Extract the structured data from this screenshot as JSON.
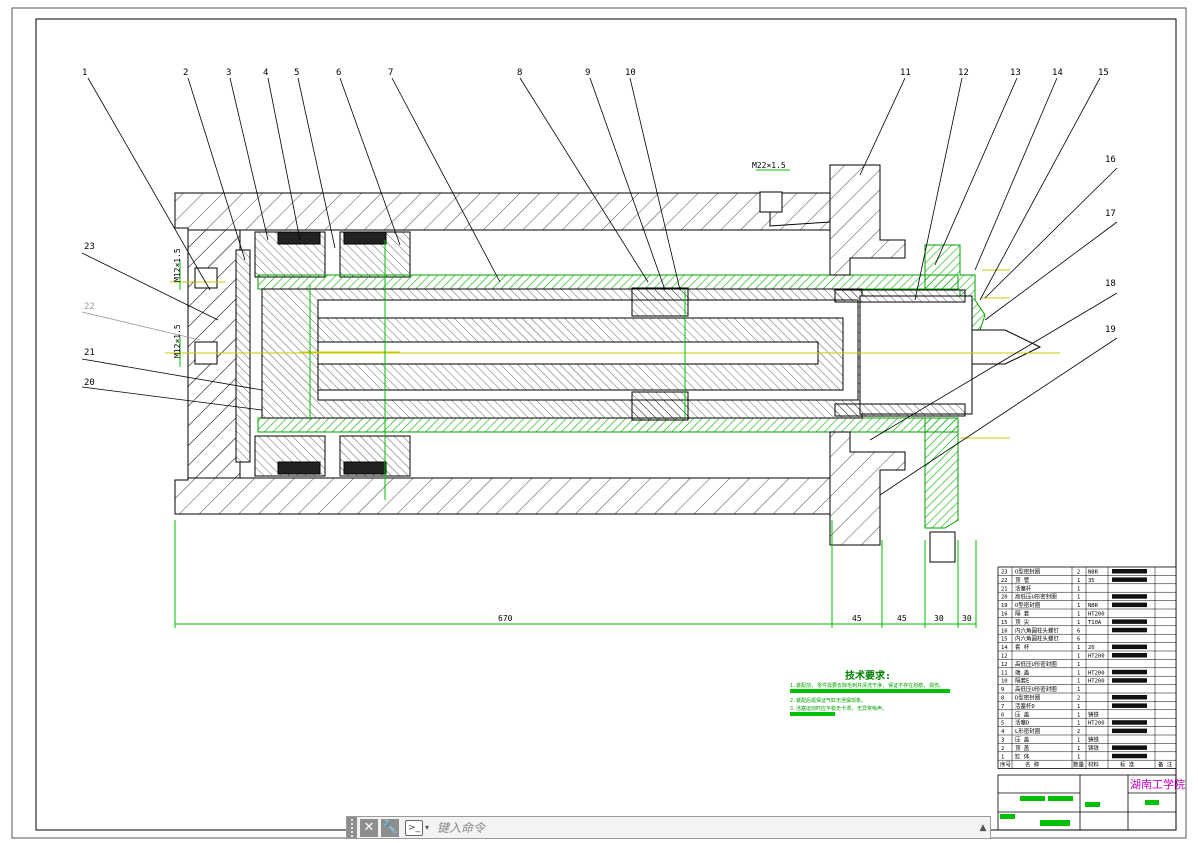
{
  "colors": {
    "line": "#000000",
    "highlight": "#00c000",
    "center": "#d4d400",
    "gray": "#9a9a9a"
  },
  "part_labels": [
    "1",
    "2",
    "3",
    "4",
    "5",
    "6",
    "7",
    "8",
    "9",
    "10",
    "11",
    "12",
    "13",
    "14",
    "15",
    "16",
    "17",
    "18",
    "19",
    "20",
    "21",
    "22",
    "23"
  ],
  "dimensions": {
    "thread_top": "M22×1.5",
    "thread_left_a": "M12×1.5",
    "thread_left_b": "M12×1.5",
    "overall": "670",
    "d1": "45",
    "d2": "45",
    "d3": "30",
    "d4": "30"
  },
  "tech_requirements": {
    "title": "技术要求:",
    "line1": "1.装配前, 零件需要去除毛刺并清洗干净, 保证不存在划痕, 损伤。",
    "line2": "2.装配后需保证气缸无泄漏现象。",
    "line3": "3.活塞运动时应平稳无卡滞, 无异常噪声。"
  },
  "bom": {
    "rows": [
      {
        "no": "23",
        "name": "O型密封圈",
        "qty": "2",
        "mat": "NBR"
      },
      {
        "no": "22",
        "name": "顶  管",
        "qty": "1",
        "mat": "35"
      },
      {
        "no": "21",
        "name": "活塞杆",
        "qty": "1",
        "mat": ""
      },
      {
        "no": "20",
        "name": "高低压U形密封圈",
        "qty": "1",
        "mat": ""
      },
      {
        "no": "19",
        "name": "O型密封圈",
        "qty": "1",
        "mat": "NBR"
      },
      {
        "no": "16",
        "name": "隔  套",
        "qty": "1",
        "mat": "HT200"
      },
      {
        "no": "15",
        "name": "顶  尖",
        "qty": "1",
        "mat": "T10A"
      },
      {
        "no": "16",
        "name": "内六角圆柱头螺钉",
        "qty": "6",
        "mat": ""
      },
      {
        "no": "15",
        "name": "内六角圆柱头螺钉",
        "qty": "6",
        "mat": ""
      },
      {
        "no": "14",
        "name": "套  杯",
        "qty": "1",
        "mat": "20"
      },
      {
        "no": "12",
        "name": "",
        "qty": "1",
        "mat": "HT200"
      },
      {
        "no": "12",
        "name": "高低压U形密封圈",
        "qty": "1",
        "mat": ""
      },
      {
        "no": "11",
        "name": "端  盖",
        "qty": "1",
        "mat": "HT200"
      },
      {
        "no": "10",
        "name": "隔套E",
        "qty": "1",
        "mat": "HT200"
      },
      {
        "no": "9",
        "name": "高低压U形密封圈",
        "qty": "1",
        "mat": ""
      },
      {
        "no": "8",
        "name": "D型密封圈",
        "qty": "2",
        "mat": ""
      },
      {
        "no": "7",
        "name": "活塞杆D",
        "qty": "1",
        "mat": ""
      },
      {
        "no": "6",
        "name": "压  盖",
        "qty": "1",
        "mat": "铸铁"
      },
      {
        "no": "5",
        "name": "活塞D",
        "qty": "1",
        "mat": "HT200"
      },
      {
        "no": "4",
        "name": "L形密封圈",
        "qty": "2",
        "mat": ""
      },
      {
        "no": "3",
        "name": "压  盖",
        "qty": "1",
        "mat": "铸铁"
      },
      {
        "no": "2",
        "name": "顶  盖",
        "qty": "1",
        "mat": "铸铁"
      },
      {
        "no": "1",
        "name": "缸  体",
        "qty": "1",
        "mat": ""
      }
    ],
    "header": {
      "no": "序号",
      "name": "名  称",
      "qty": "数量",
      "mat": "材料",
      "std": "标  准",
      "note": "备  注"
    },
    "school": "湖南工学院"
  },
  "command_bar": {
    "close": "✕",
    "settings": "🔧",
    "prompt": ">_",
    "placeholder": "键入命令"
  }
}
